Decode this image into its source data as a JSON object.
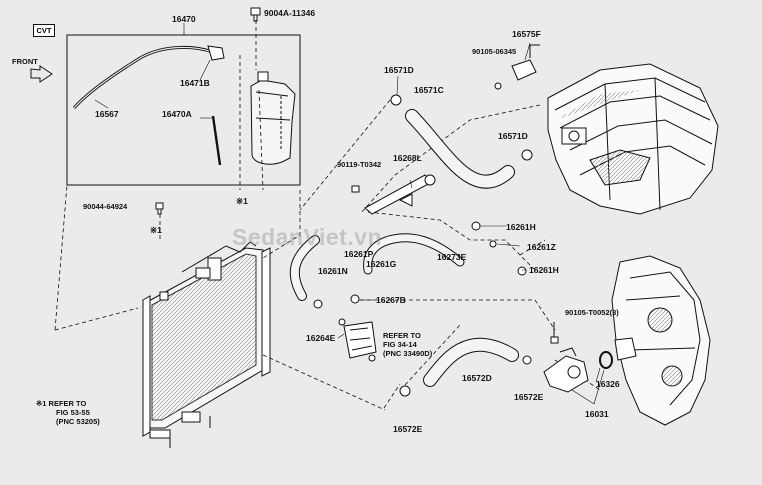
{
  "tag": "CVT",
  "front_label": "FRONT",
  "watermark": "SedanViet.vn",
  "parts": {
    "p16470": "16470",
    "p9004a": "9004A-11346",
    "p16575f": "16575F",
    "p90105_06345": "90105-06345",
    "p16471b": "16471B",
    "p16571d_a": "16571D",
    "p16571c": "16571C",
    "p16567": "16567",
    "p16470a": "16470A",
    "p16571d_b": "16571D",
    "p90119": "90119-T0342",
    "p16268l": "16268L",
    "p90044": "90044-64924",
    "p16261h_a": "16261H",
    "p16261p": "16261P",
    "p16261g": "16261G",
    "p16273e": "16273E",
    "p16261z": "16261Z",
    "p16261n": "16261N",
    "p16261h_b": "16261H",
    "p16267b": "16267B",
    "p90105_t0052": "90105-T0052(3)",
    "p16264e": "16264E",
    "p16572d": "16572D",
    "p16326": "16326",
    "p16572e": "16572E",
    "p16031": "16031",
    "p16572e_b": "16572E",
    "mark1": "※1",
    "mark1b": "※1"
  },
  "refer_fig": {
    "line1": "REFER TO",
    "line2": "FIG 34-14",
    "line3": "(PNC 33490D)"
  },
  "footnote": {
    "line1": "※1 REFER TO",
    "line2": "FIG 53-55",
    "line3": "(PNC 53205)"
  }
}
